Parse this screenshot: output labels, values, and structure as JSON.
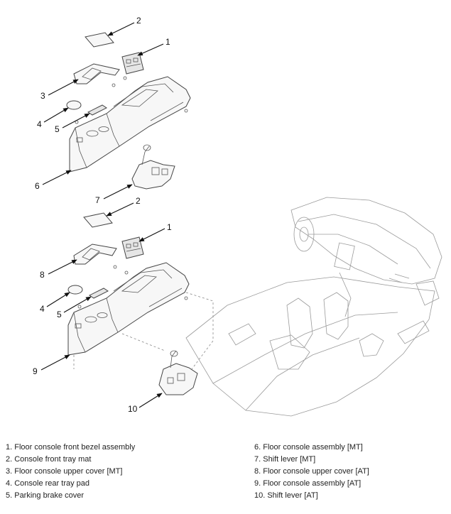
{
  "callouts": {
    "top": {
      "c2": "2",
      "c1": "1",
      "c3": "3",
      "c4": "4",
      "c5": "5",
      "c6": "6",
      "c7": "7"
    },
    "bottom": {
      "c2": "2",
      "c1": "1",
      "c8": "8",
      "c4": "4",
      "c5": "5",
      "c9": "9",
      "c10": "10"
    }
  },
  "legend": {
    "left": [
      "1. Floor console front bezel assembly",
      "2. Console front tray mat",
      "3. Floor console upper cover [MT]",
      "4. Console rear tray pad",
      "5. Parking brake cover"
    ],
    "right": [
      "6. Floor console assembly [MT]",
      "7. Shift lever [MT]",
      "8. Floor console upper cover [AT]",
      "9. Floor console assembly [AT]",
      "10. Shift lever [AT]"
    ]
  }
}
